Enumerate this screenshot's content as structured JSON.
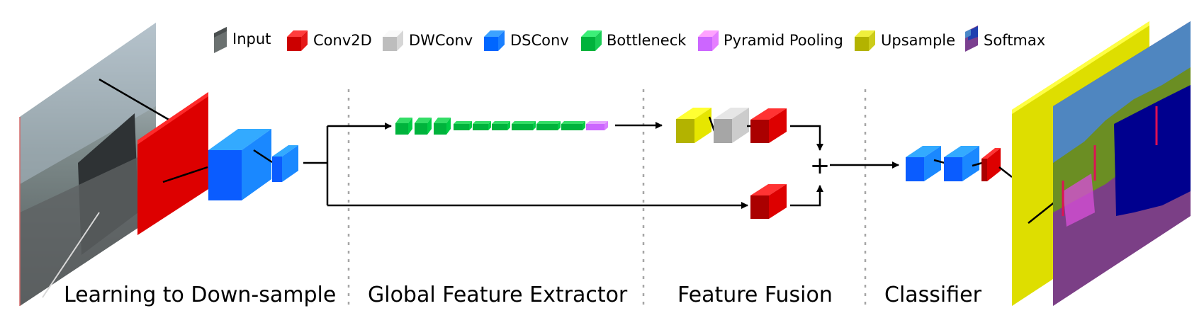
{
  "legend": [
    {
      "key": "input",
      "label": "Input",
      "color": "#5a5f5e"
    },
    {
      "key": "conv2d",
      "label": "Conv2D",
      "color": "#cc0000"
    },
    {
      "key": "dwconv",
      "label": "DWConv",
      "color": "#bdbdbd"
    },
    {
      "key": "dsconv",
      "label": "DSConv",
      "color": "#0066ff"
    },
    {
      "key": "bottleneck",
      "label": "Bottleneck",
      "color": "#00b33c"
    },
    {
      "key": "pyramid",
      "label": "Pyramid Pooling",
      "color": "#cc66ff"
    },
    {
      "key": "upsample",
      "label": "Upsample",
      "color": "#b3b300"
    },
    {
      "key": "softmax",
      "label": "Softmax",
      "color": "#7a3f8f"
    }
  ],
  "sections": [
    {
      "label": "Learning to Down-sample"
    },
    {
      "label": "Global Feature Extractor"
    },
    {
      "label": "Feature Fusion"
    },
    {
      "label": "Classifier"
    }
  ],
  "fusion": {
    "sum_symbol": "+"
  }
}
